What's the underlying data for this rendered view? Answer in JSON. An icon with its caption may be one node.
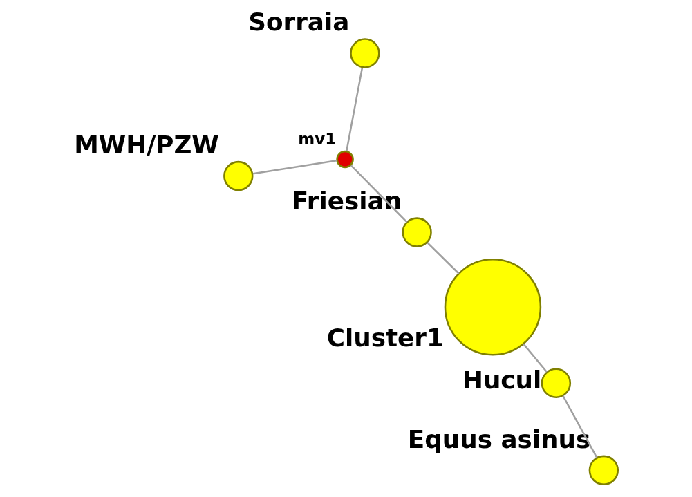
{
  "diagram": {
    "nodes": [
      {
        "text": [],
        "shape": "circle",
        "beside": [
          "Equus asinus"
        ]
      },
      {
        "text": [],
        "shape": "circle",
        "beside": [
          "Hucul"
        ]
      },
      {
        "text": [],
        "shape": "circle",
        "beside": [
          "Cluster1"
        ]
      },
      {
        "text": [],
        "shape": "circle",
        "beside": [
          "Sorraia"
        ]
      },
      {
        "text": [],
        "shape": "circle",
        "beside": [
          "Friesian"
        ]
      },
      {
        "text": [],
        "shape": "circle",
        "beside": [
          "mv1"
        ]
      },
      {
        "text": [],
        "shape": "circle",
        "beside": [
          "MWH/PZW"
        ]
      }
    ],
    "edges": [
      {
        "from": 0,
        "to": 1,
        "arrow": "none"
      },
      {
        "from": 1,
        "to": 2,
        "arrow": "none"
      },
      {
        "from": 2,
        "to": 4,
        "arrow": "none"
      },
      {
        "from": 4,
        "to": 5,
        "arrow": "none"
      },
      {
        "from": 3,
        "to": 5,
        "arrow": "none"
      },
      {
        "from": 5,
        "to": 6,
        "arrow": "none"
      }
    ]
  }
}
